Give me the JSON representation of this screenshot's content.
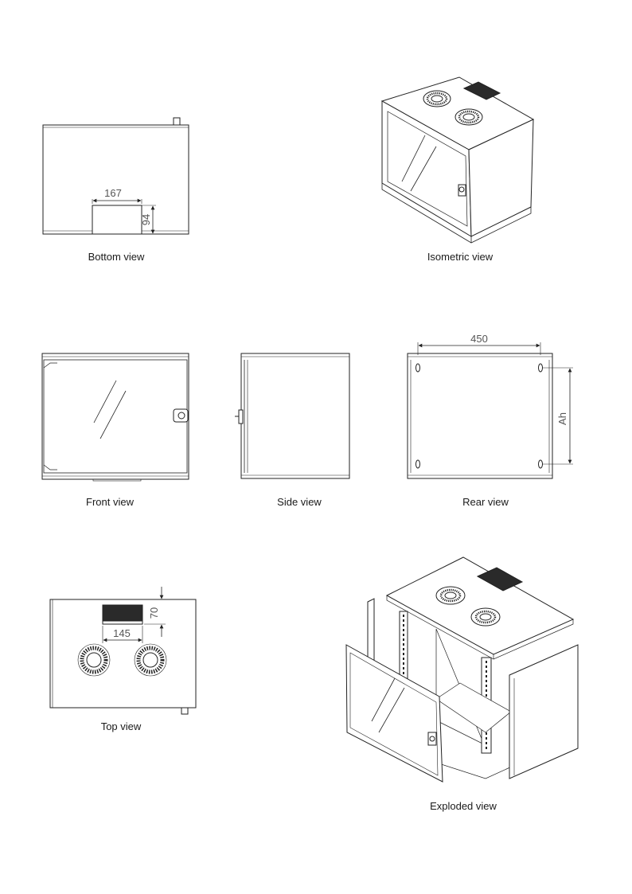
{
  "views": {
    "bottom": {
      "caption": "Bottom view",
      "width_label": "167",
      "height_label": "94"
    },
    "isometric": {
      "caption": "Isometric view"
    },
    "front": {
      "caption": "Front view"
    },
    "side": {
      "caption": "Side view"
    },
    "rear": {
      "caption": "Rear view",
      "width_label": "450",
      "height_label": "Ah"
    },
    "top": {
      "caption": "Top view",
      "width_label": "145",
      "height_label": "70"
    },
    "exploded": {
      "caption": "Exploded view"
    }
  }
}
